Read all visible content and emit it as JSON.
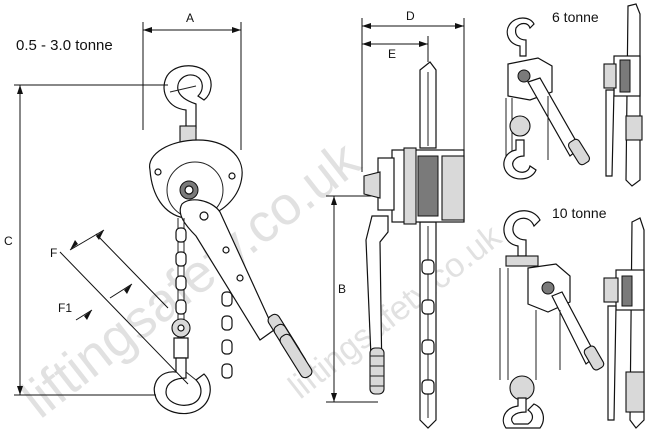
{
  "labels": {
    "range": "0.5 - 3.0 tonne",
    "six": "6 tonne",
    "ten": "10 tonne",
    "dim_a": "A",
    "dim_b": "B",
    "dim_c": "C",
    "dim_d": "D",
    "dim_e": "E",
    "dim_f": "F",
    "dim_f1": "F1"
  },
  "watermark": "liftingsafety.co.uk",
  "colors": {
    "line": "#111111",
    "watermark": "#c9c9c9",
    "background": "#ffffff"
  }
}
